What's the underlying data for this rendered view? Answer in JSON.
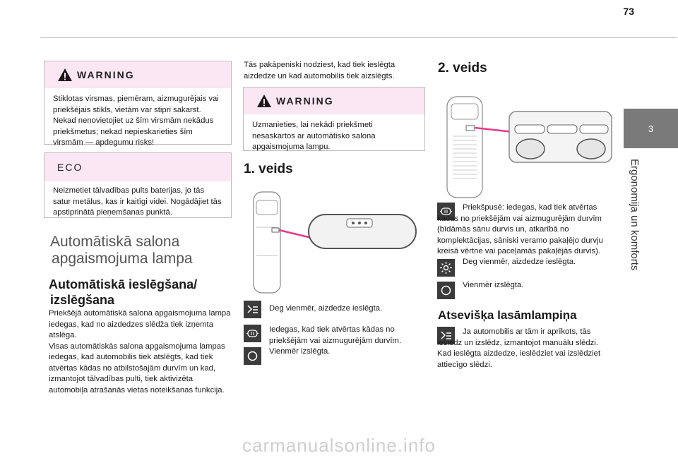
{
  "page": {
    "number": "73"
  },
  "side_tab": {
    "chapter": "3",
    "label": "Ergonomija un komforts"
  },
  "warning1": {
    "title": "WARNING",
    "text": "Stiklotas virsmas, piemēram, aizmugurējais vai priekšējais stikls, vietām var stipri sakarst. Nekad nenovietojiet uz šīm virsmām nekādus priekšmetus; nekad nepieskarieties šīm virsmām — apdegumu risks!"
  },
  "eco": {
    "title": "ECO",
    "text": "Neizmetiet tālvadības pults baterijas, jo tās satur metālus, kas ir kaitīgi videi. Nogādājiet tās apstiprinātā pieņemšanas punktā."
  },
  "section": {
    "title_line1": "Automātiskā salona",
    "title_line2": "apgaismojuma lampa"
  },
  "auto": {
    "title_line1": "Automātiskā ieslēgšana/",
    "title_line2": "izslēgšana",
    "text": "Priekšējā automātiskā salona apgaismojuma lampa iedegas, kad no aizdedzes slēdža tiek izņemta atslēga.\nVisas automātiskās salona apgaismojuma lampas iedegas, kad automobilis tiek atslēgts, kad tiek atvērtas kādas no atbilstošajām durvīm un kad, izmantojot tālvadības pulti, tiek aktivizēta automobiļa atrašanās vietas noteikšanas funkcija."
  },
  "col2": {
    "intro": "Tās pakāpeniski nodziest, kad tiek ieslēgta aizdedze un kad automobilis tiek aizslēgts."
  },
  "warning2": {
    "title": "WARNING",
    "text": "Uzmanieties, lai nekādi priekšmeti nesaskartos ar automātisko salona apgaismojuma lampu."
  },
  "type1": {
    "title": "1. veids",
    "items": [
      {
        "icon": "lamp-auto-icon",
        "text": "Deg vienmēr, aizdedze ieslēgta."
      },
      {
        "icon": "door-open-icon",
        "text": "Iedegas, kad tiek atvērtas kādas no priekšējām vai aizmugurējām durvīm."
      },
      {
        "icon": "off-circle-icon",
        "text": "Vienmēr izslēgta."
      }
    ]
  },
  "type2": {
    "title": "2. veids",
    "items": [
      {
        "icon": "door-open-icon",
        "text": "Priekšpusē: iedegas, kad tiek atvērtas kādas no priekšējām vai aizmugurējām durvīm (bīdāmās sānu durvis un, atkarībā no komplektācijas, sāniski veramo pakaļējo durvju kreisā vērtne vai paceļamās pakaļējās durvis)."
      },
      {
        "icon": "sun-on-icon",
        "text": "Deg vienmēr, aizdedze ieslēgta."
      },
      {
        "icon": "off-circle-icon",
        "text": "Vienmēr izslēgta."
      }
    ]
  },
  "reading": {
    "title": "Atsevišķa lasāmlampiņa",
    "text": "Ja automobilis ar tām ir aprīkots, tās ieslēdz un izslēdz, izmantojot manuālu slēdzi.\nKad ieslēgta aizdedze, ieslēdziet vai izslēdziet attiecīgo slēdzi."
  },
  "watermark": "carmanualsonline.info",
  "colors": {
    "pink": "#e8388a",
    "box_head": "#fbe6f3",
    "tab": "#7a7a7a",
    "icon_bg": "#3b3b3b"
  }
}
